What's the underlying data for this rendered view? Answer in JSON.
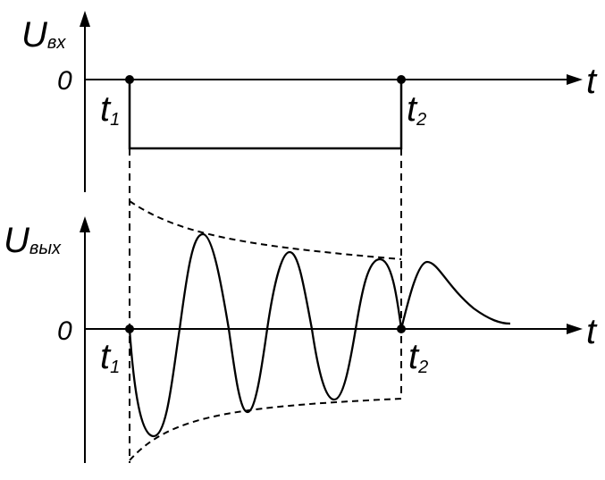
{
  "upper_plot": {
    "y_label": "U",
    "y_label_sub": "вх",
    "x_label": "t",
    "zero_label": "0",
    "t1_label": "t",
    "t1_sub": "1",
    "t2_label": "t",
    "t2_sub": "2"
  },
  "lower_plot": {
    "y_label": "U",
    "y_label_sub": "вых",
    "x_label": "t",
    "zero_label": "0",
    "t1_label": "t",
    "t1_sub": "1",
    "t2_label": "t",
    "t2_sub": "2"
  },
  "colors": {
    "ink": "#000000",
    "background": "#ffffff"
  }
}
